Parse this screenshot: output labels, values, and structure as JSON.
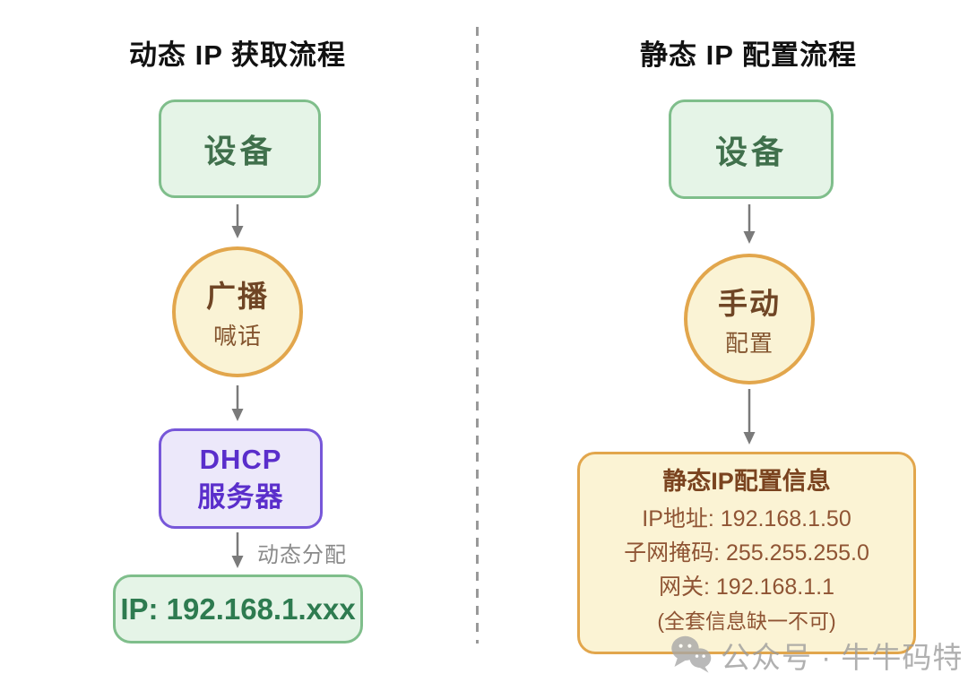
{
  "left_flow": {
    "title": "动态 IP 获取流程",
    "device": "设备",
    "broadcast": {
      "title": "广播",
      "subtitle": "喊话"
    },
    "dhcp": {
      "line1": "DHCP",
      "line2": "服务器"
    },
    "arrow_label": "动态分配",
    "result": "IP: 192.168.1.xxx"
  },
  "right_flow": {
    "title": "静态 IP 配置流程",
    "device": "设备",
    "manual": {
      "title": "手动",
      "subtitle": "配置"
    },
    "config": {
      "title": "静态IP配置信息",
      "ip": "IP地址: 192.168.1.50",
      "mask": "子网掩码: 255.255.255.0",
      "gateway": "网关: 192.168.1.1",
      "note": "(全套信息缺一不可)"
    }
  },
  "watermark": {
    "label": "公众号 · 牛牛码特"
  },
  "colors": {
    "green_border": "#7FBE8B",
    "green_fill": "#E5F4E7",
    "green_text": "#40704C",
    "result_text": "#2E7B50",
    "yellow_border": "#E2A64C",
    "yellow_fill": "#FAF3D5",
    "brown_dark": "#6F4525",
    "brown_mid": "#8F5434",
    "purple_border": "#7757D9",
    "purple_fill": "#ECE8FA",
    "purple_text": "#5A2ECB",
    "arrow_gray": "#7A7A7A",
    "divider_gray": "#999999"
  }
}
